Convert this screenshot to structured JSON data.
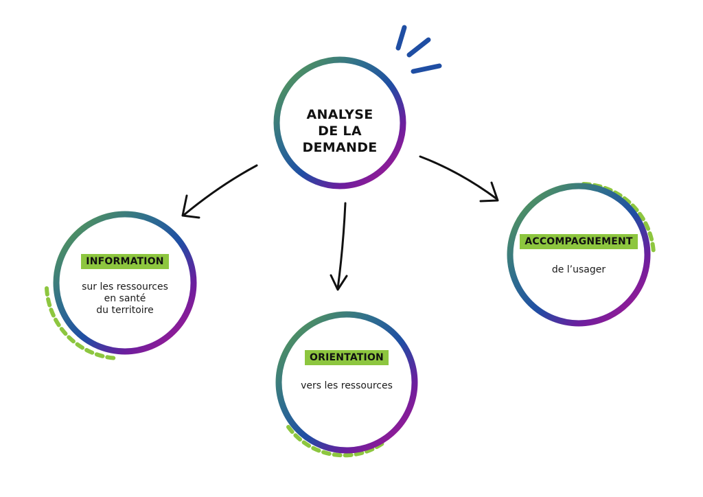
{
  "center": {
    "title_line1": "ANALYSE",
    "title_line2": "DE LA DEMANDE"
  },
  "nodes": {
    "information": {
      "tag": "INFORMATION",
      "desc_line1": "sur les ressources",
      "desc_line2": "en santé",
      "desc_line3": "du territoire"
    },
    "orientation": {
      "tag": "ORIENTATION",
      "desc_line1": "vers les ressources"
    },
    "accompagnement": {
      "tag": "ACCOMPAGNEMENT",
      "desc_line1": "de l’usager"
    }
  },
  "colors": {
    "ring_green": "#5ea14d",
    "ring_blue": "#1f4ea3",
    "ring_purple": "#6a1f9e",
    "ring_magenta": "#b3198f",
    "tag_bg": "#8dc63f",
    "dash_green": "#8dc63f",
    "spark_blue": "#1f4ea3",
    "arrow": "#111111"
  }
}
